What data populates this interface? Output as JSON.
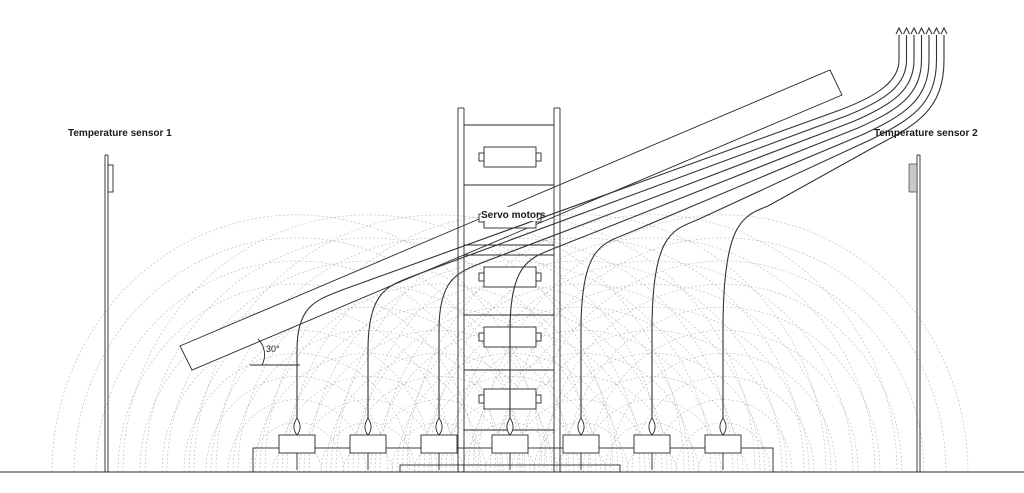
{
  "labels": {
    "temperature_sensor_1": "Temperature sensor 1",
    "temperature_sensor_2": "Temperature sensor 2",
    "servo_motors": "Servo motors",
    "tilt_angle": "30°"
  },
  "colors": {
    "line": "#2a2a2a",
    "wave": "#b8b8b8",
    "sensor2_fill": "#c8c8c8",
    "background": "#ffffff"
  },
  "counts": {
    "emitters": 7,
    "servo_slots": 5,
    "wires": 7
  }
}
